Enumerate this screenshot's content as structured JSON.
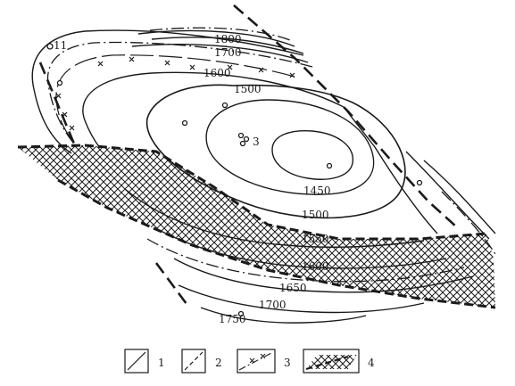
{
  "contour_labels": {
    "c1800": "1800",
    "c1700_top": "1700",
    "c1600_top": "1600",
    "c1500_top": "1500",
    "c1450": "1450",
    "c1500_bottom": "1500",
    "c1550": "1550",
    "c1600_bottom": "1600",
    "c1650": "1650",
    "c1700_bottom": "1700",
    "c1750": "1750"
  },
  "well_labels": {
    "w11": "11",
    "w3": "3"
  },
  "legend": {
    "items": [
      {
        "key": "1",
        "icon": "solid-contour-line"
      },
      {
        "key": "2",
        "icon": "dashed-fault-line"
      },
      {
        "key": "3",
        "icon": "dash-dot-cross-line"
      },
      {
        "key": "4",
        "icon": "crosshatch-pattern"
      }
    ]
  },
  "colors": {
    "ink": "#1a1a1a",
    "paper": "#ffffff"
  }
}
